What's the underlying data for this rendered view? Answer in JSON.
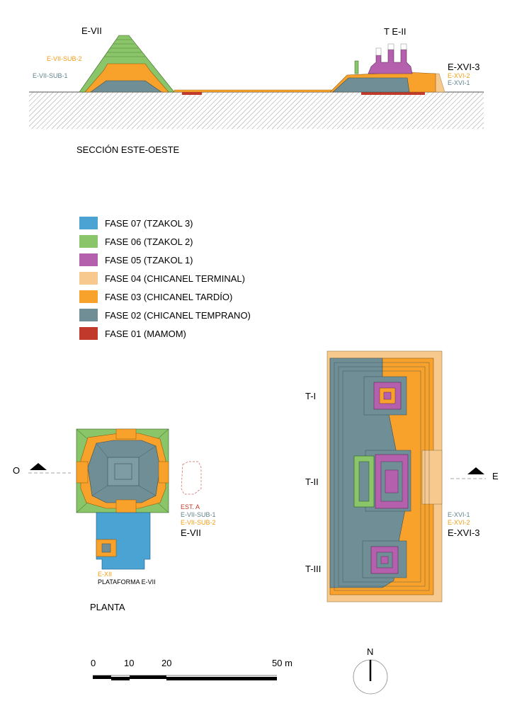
{
  "colors": {
    "fase07": "#4aa3d3",
    "fase06": "#8bc56a",
    "fase05": "#b460ad",
    "fase04": "#f8c98e",
    "fase03": "#f9a22b",
    "fase02": "#6f8e96",
    "fase01": "#c0392b",
    "ground": "#9a9a9a",
    "line": "#000000"
  },
  "section": {
    "caption": "SECCIÓN ESTE-OESTE",
    "label_evii": "E-VII",
    "label_evii_sub2": "E-VII-SUB-2",
    "label_evii_sub1": "E-VII-SUB-1",
    "label_teii": "T E-II",
    "label_exvi3": "E-XVI-3",
    "label_exvi2": "E-XVI-2",
    "label_exvi1": "E-XVI-1"
  },
  "legend": [
    {
      "label": "FASE 07 (TZAKOL 3)",
      "color": "#4aa3d3"
    },
    {
      "label": "FASE 06 (TZAKOL 2)",
      "color": "#8bc56a"
    },
    {
      "label": "FASE 05 (TZAKOL 1)",
      "color": "#b460ad"
    },
    {
      "label": "FASE 04 (CHICANEL TERMINAL)",
      "color": "#f8c98e"
    },
    {
      "label": "FASE 03 (CHICANEL TARDÍO)",
      "color": "#f9a22b"
    },
    {
      "label": "FASE 02 (CHICANEL TEMPRANO)",
      "color": "#6f8e96"
    },
    {
      "label": "FASE 01 (MAMOM)",
      "color": "#c0392b"
    }
  ],
  "plan": {
    "caption": "PLANTA",
    "west": "O",
    "east": "E",
    "est_a": "EST. A",
    "evii_sub1": "E-VII-SUB-1",
    "evii_sub2": "E-VII-SUB-2",
    "evii": "E-VII",
    "exii": "E-XII",
    "plataforma": "PLATAFORMA E-VII",
    "t1": "T-I",
    "t2": "T-II",
    "t3": "T-III",
    "exvi1": "E-XVI-1",
    "exvi2": "E-XVI-2",
    "exvi3": "E-XVI-3"
  },
  "scale": {
    "ticks": [
      "0",
      "10",
      "20",
      "50 m"
    ]
  },
  "north": "N"
}
